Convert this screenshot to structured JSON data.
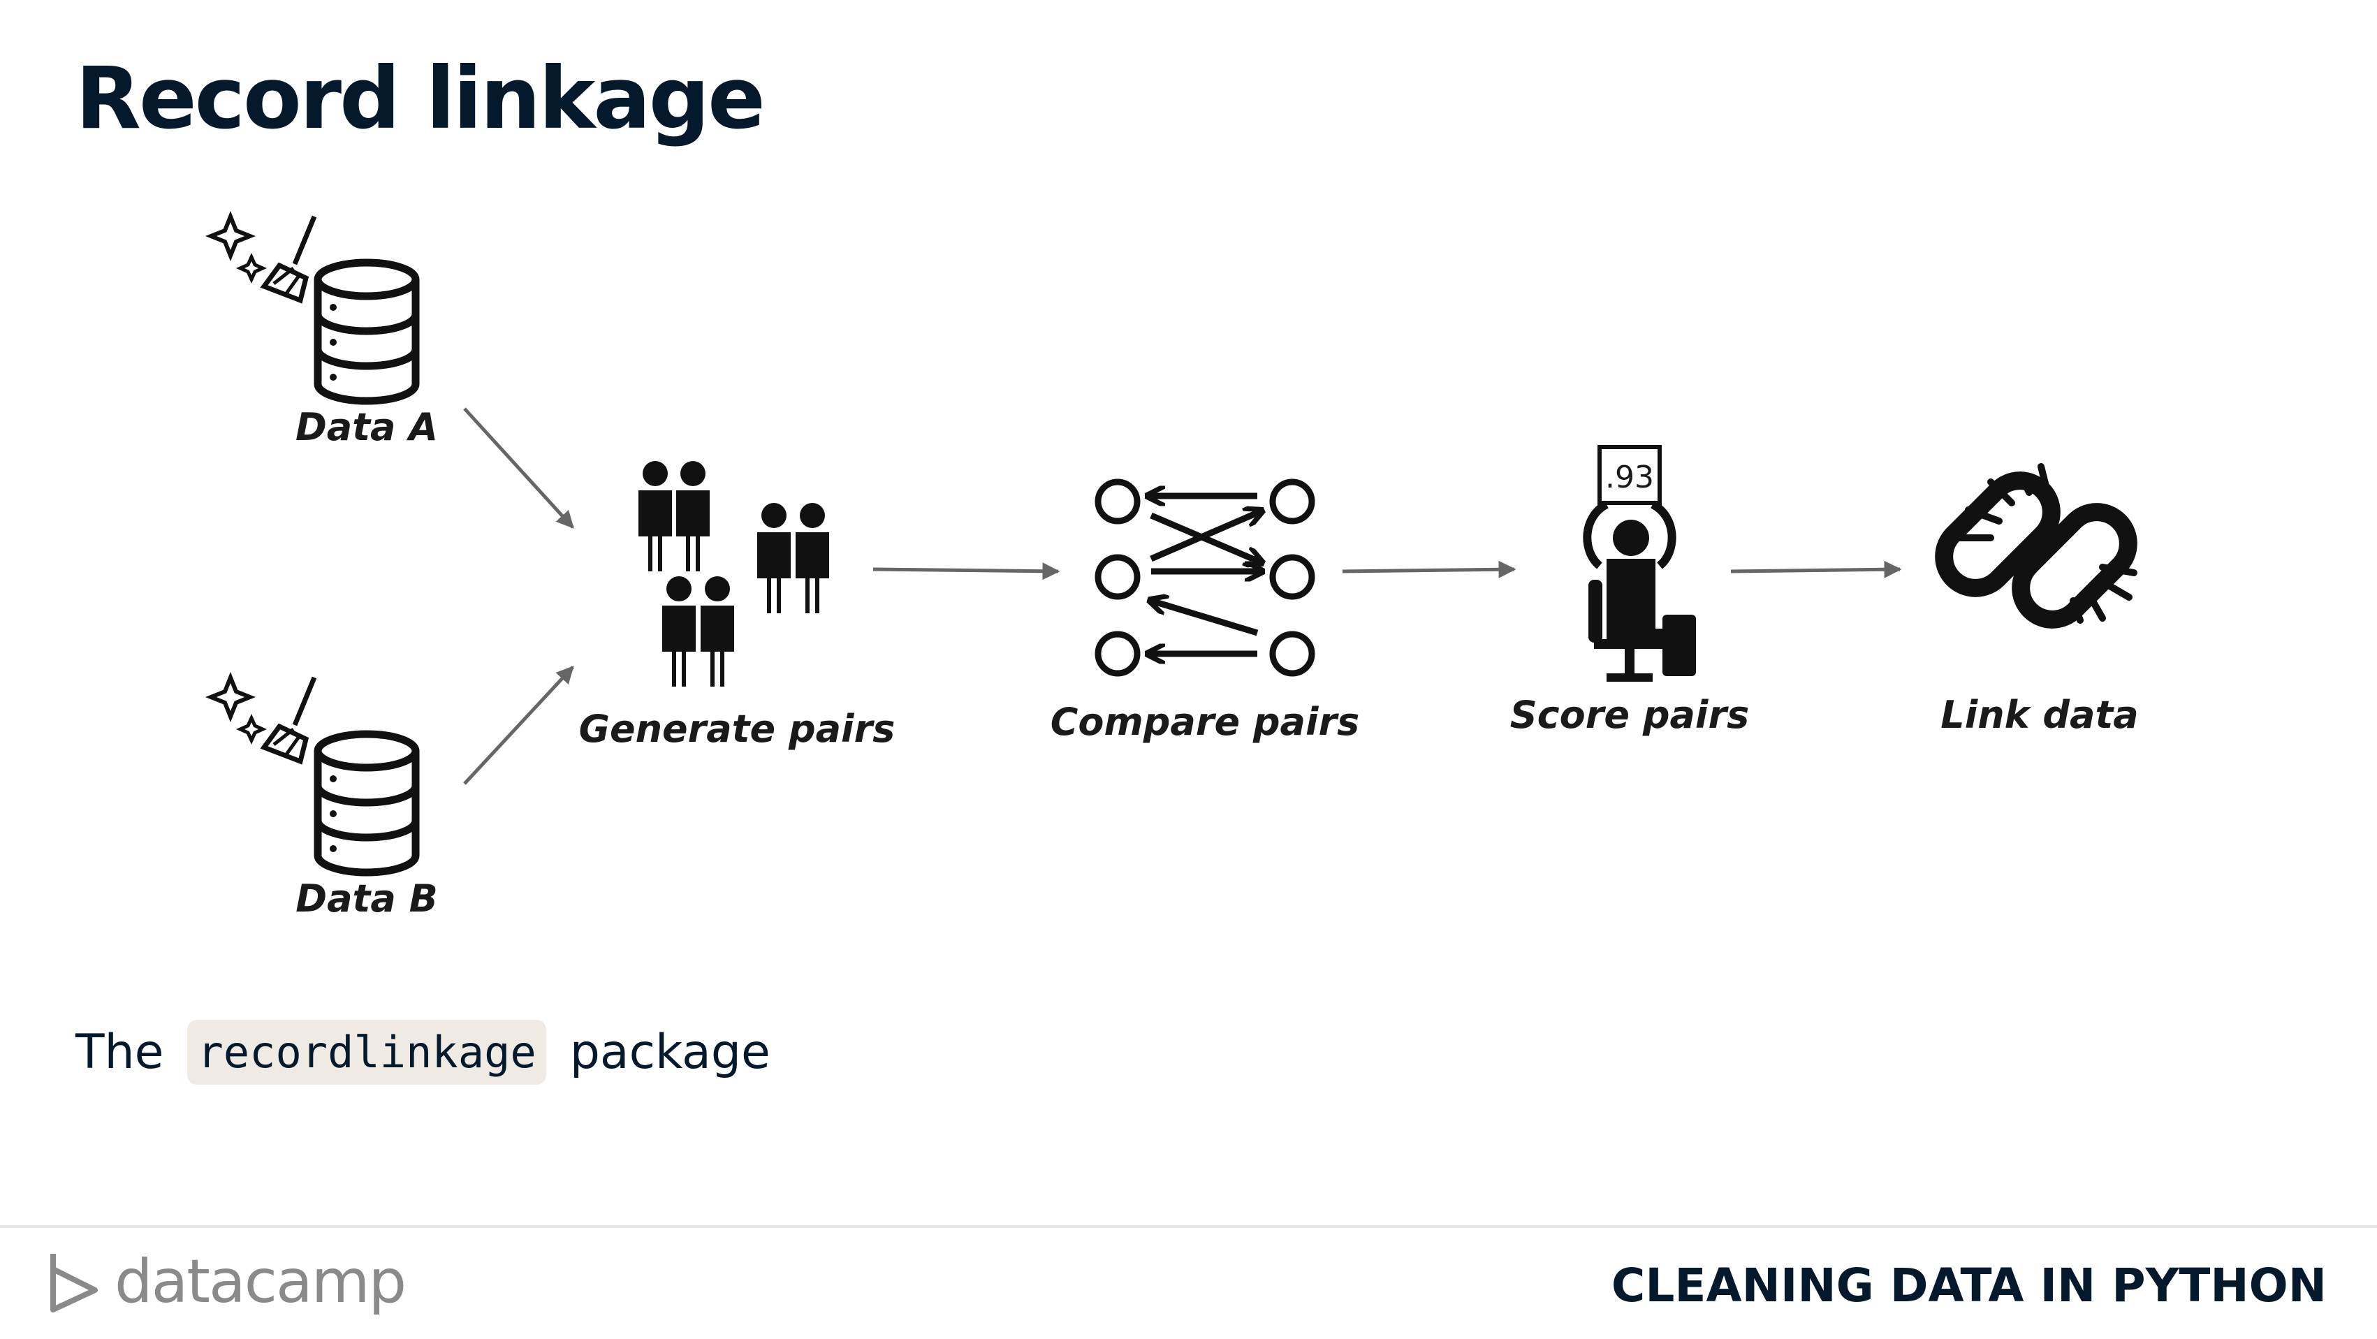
{
  "title": "Record linkage",
  "diagram": {
    "nodes": {
      "data_a": "Data A",
      "data_b": "Data B",
      "generate": "Generate pairs",
      "compare": "Compare pairs",
      "score": "Score pairs",
      "score_value": ".93",
      "link": "Link data"
    }
  },
  "bullet": {
    "prefix": "The",
    "code": "recordlinkage",
    "suffix": "package"
  },
  "footer": {
    "brand": "datacamp",
    "course": "CLEANING DATA IN PYTHON"
  },
  "colors": {
    "title": "#05192d",
    "code_bg": "#efebe4",
    "arrow": "#666666",
    "icon": "#111111"
  }
}
